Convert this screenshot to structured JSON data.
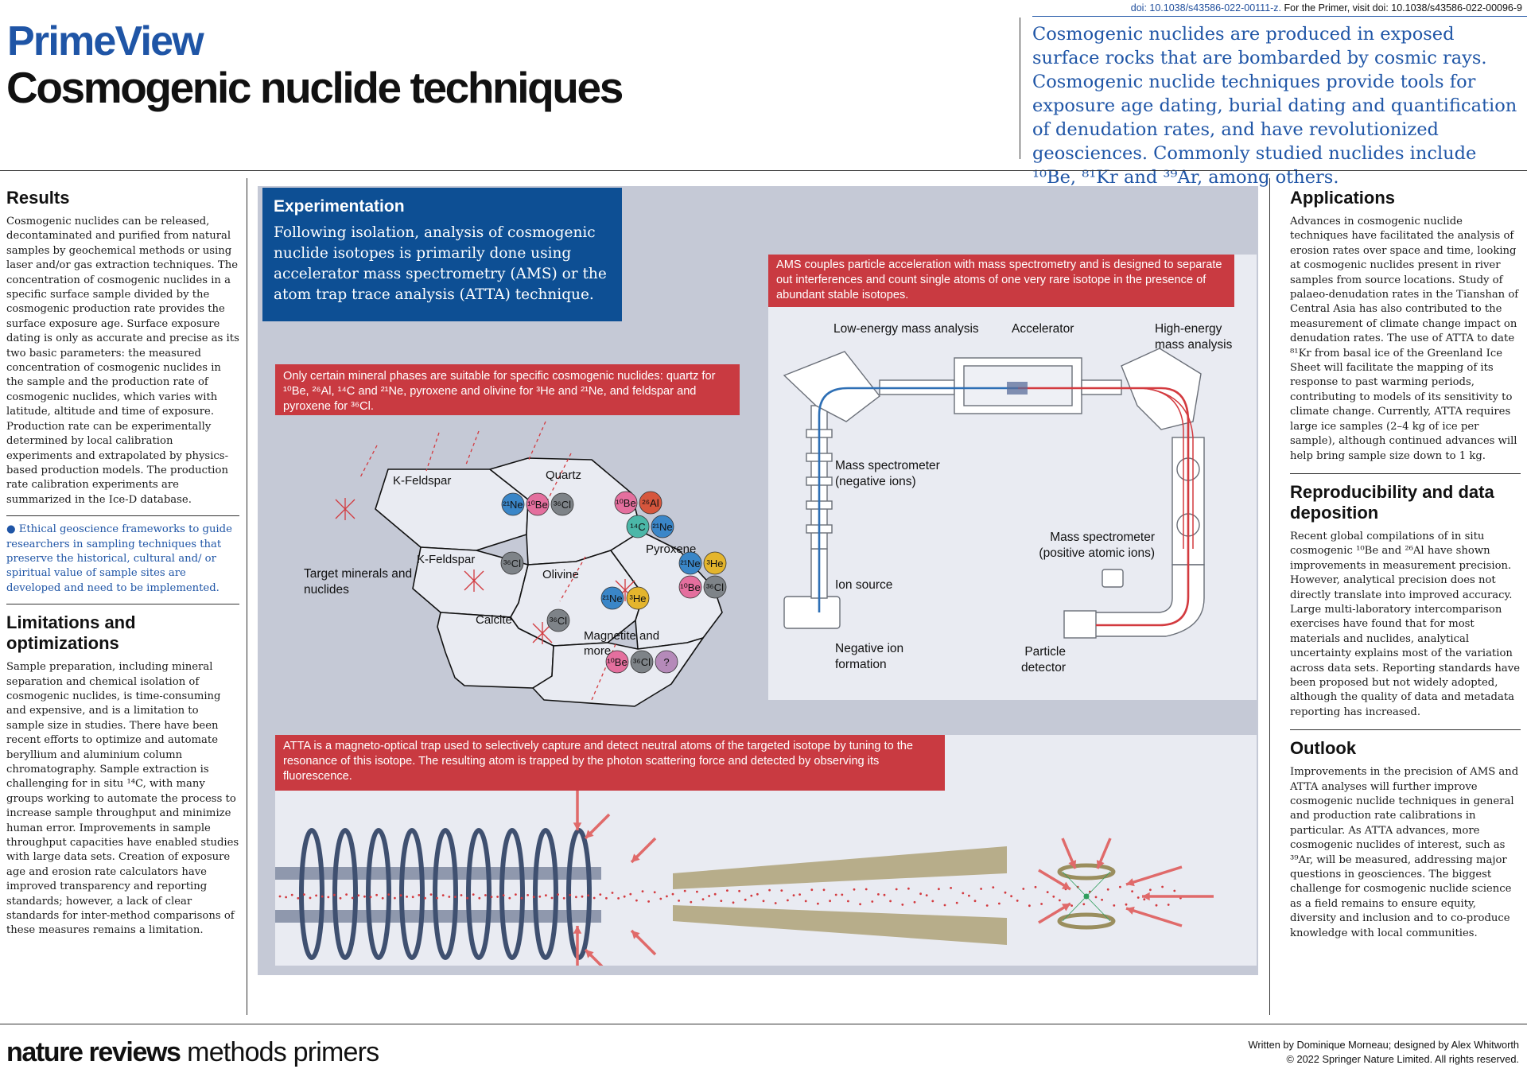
{
  "header": {
    "doi_main": "doi: 10.1038/s43586-022-00111-z.",
    "doi_note": " For the Primer, visit doi: 10.1038/s43586-022-00096-9",
    "brand": "PrimeView",
    "title": "Cosmogenic nuclide techniques",
    "intro": "Cosmogenic nuclides are produced in exposed surface rocks that are bombarded by cosmic rays. Cosmogenic nuclide techniques provide tools for exposure age dating, burial dating and quantification of denudation rates, and have revolutionized geosciences. Commonly studied nuclides include ¹⁰Be, ⁸¹Kr and ³⁹Ar, among others."
  },
  "left": {
    "results_heading": "Results",
    "results_body": "Cosmogenic nuclides can be released, decontaminated and purified from natural samples by geochemical methods or using laser and/or gas extraction techniques. The concentration of cosmogenic nuclides in a specific surface sample divided by the cosmogenic production rate provides the surface exposure age. Surface exposure dating is only as accurate and precise as its two basic parameters: the measured concentration of cosmogenic nuclides in the sample and the production rate of cosmogenic nuclides, which varies with latitude, altitude and time of exposure. Production rate can be experimentally determined by local calibration experiments and extrapolated by physics-based production models. The production rate calibration experiments are summarized in the Ice-D database.",
    "bullet": "● Ethical geoscience frameworks to guide researchers in sampling techniques that preserve the historical, cultural and/ or spiritual value of sample sites are developed and need to be implemented.",
    "limits_heading": "Limitations and optimizations",
    "limits_body": "Sample preparation, including mineral separation and chemical isolation of cosmogenic nuclides, is time-consuming and expensive, and is a limitation to sample size in studies. There have been recent efforts to optimize and automate beryllium and aluminium column chromatography. Sample extraction is challenging for in situ ¹⁴C, with many groups working to automate the process to increase sample throughput and minimize human error. Improvements in sample throughput capacities have enabled studies with large data sets. Creation of exposure age and erosion rate calculators have improved transparency and reporting standards; however, a lack of clear standards for inter-method comparisons of these measures remains a limitation."
  },
  "right": {
    "applications_heading": "Applications",
    "applications_body": "Advances in cosmogenic nuclide techniques have facilitated the analysis of erosion rates over space and time, looking at cosmogenic nuclides present in river samples from source locations. Study of palaeo-denudation rates in the Tianshan of Central Asia has also contributed to the measurement of climate change impact on denudation rates. The use of ATTA to date ⁸¹Kr from basal ice of the Greenland Ice Sheet will facilitate the mapping of its response to past warming periods, contributing to models of its sensitivity to climate change. Currently, ATTA requires large ice samples (2–4 kg of ice per sample), although continued advances will help bring sample size down to 1 kg.",
    "repro_heading": "Reproducibility and data deposition",
    "repro_body": "Recent global compilations of in situ cosmogenic ¹⁰Be and ²⁶Al have shown improvements in measurement precision. However, analytical precision does not directly translate into improved accuracy. Large multi-laboratory intercomparison exercises have found that for most materials and nuclides, analytical uncertainty explains most of the variation across data sets. Reporting standards have been proposed but not widely adopted, although the quality of data and metadata reporting has increased.",
    "outlook_heading": "Outlook",
    "outlook_body": "Improvements in the precision of AMS and ATTA analyses will further improve cosmogenic nuclide techniques in general and production rate calibrations in particular. As ATTA advances, more cosmogenic nuclides of interest, such as ³⁹Ar, will be measured, addressing major questions in geosciences. The biggest challenge for cosmogenic nuclide science as a field remains to ensure equity, diversity and inclusion and to co-produce knowledge with local communities."
  },
  "experimentation": {
    "heading": "Experimentation",
    "body": "Following isolation, analysis of cosmogenic nuclide isotopes is primarily done using accelerator mass spectrometry (AMS) or the atom trap trace analysis (ATTA) technique."
  },
  "minerals": {
    "caption": "Only certain mineral phases are suitable for specific cosmogenic nuclides: quartz for ¹⁰Be, ²⁶Al, ¹⁴C and ²¹Ne, pyroxene and olivine for ³He and ²¹Ne, and feldspar and pyroxene for ³⁶Cl.",
    "target_label": "Target minerals and nuclides",
    "grains": [
      {
        "name": "K-Feldspar",
        "nuclides": [
          "²¹Ne",
          "¹⁰Be",
          "³⁶Cl"
        ]
      },
      {
        "name": "Quartz",
        "nuclides": [
          "¹⁰Be",
          "²⁶Al",
          "¹⁴C",
          "²¹Ne"
        ]
      },
      {
        "name": "K-Feldspar",
        "nuclides": [
          "³⁶Cl"
        ]
      },
      {
        "name": "Olivine",
        "nuclides": [
          "²¹Ne",
          "³He"
        ]
      },
      {
        "name": "Pyroxene",
        "nuclides": [
          "²¹Ne",
          "³He",
          "¹⁰Be",
          "³⁶Cl"
        ]
      },
      {
        "name": "Calcite",
        "nuclides": [
          "³⁶Cl"
        ]
      },
      {
        "name": "Magnetite and more...",
        "nuclides": [
          "¹⁰Be",
          "³⁶Cl",
          "?"
        ]
      }
    ],
    "nuclide_colors": {
      "²¹Ne": "#3a86c8",
      "¹⁰Be": "#e46f9e",
      "³⁶Cl": "#7e8388",
      "²⁶Al": "#d6563d",
      "¹⁴C": "#4bb7a8",
      "³He": "#e4b52d",
      "?": "#b58ab9"
    }
  },
  "ams": {
    "caption": "AMS couples particle acceleration with mass spectrometry and is designed to separate out interferences and count single atoms of one very rare isotope in the presence of abundant stable isotopes.",
    "labels": {
      "low_energy": "Low-energy mass analysis",
      "accelerator": "Accelerator",
      "high_energy": "High-energy mass analysis",
      "ms_negative": "Mass spectrometer (negative ions)",
      "ms_positive": "Mass spectrometer (positive atomic ions)",
      "ion_source": "Ion source",
      "negative_ion": "Negative ion formation",
      "particle_detector": "Particle detector"
    },
    "beam_colors": {
      "negative": "#2e6fb5",
      "positive": "#d33a3f"
    }
  },
  "atta": {
    "caption": "ATTA is a magneto-optical trap used to selectively capture and detect neutral atoms of the targeted isotope by tuning to the resonance of this isotope. The resulting atom is trapped by the photon scattering force and detected by observing its fluorescence."
  },
  "footer": {
    "journal_bold": "nature reviews",
    "journal_light": " methods primers",
    "credit": "Written by Dominique Morneau; designed by Alex Whitworth",
    "copyright": "© 2022 Springer Nature Limited. All rights reserved."
  }
}
